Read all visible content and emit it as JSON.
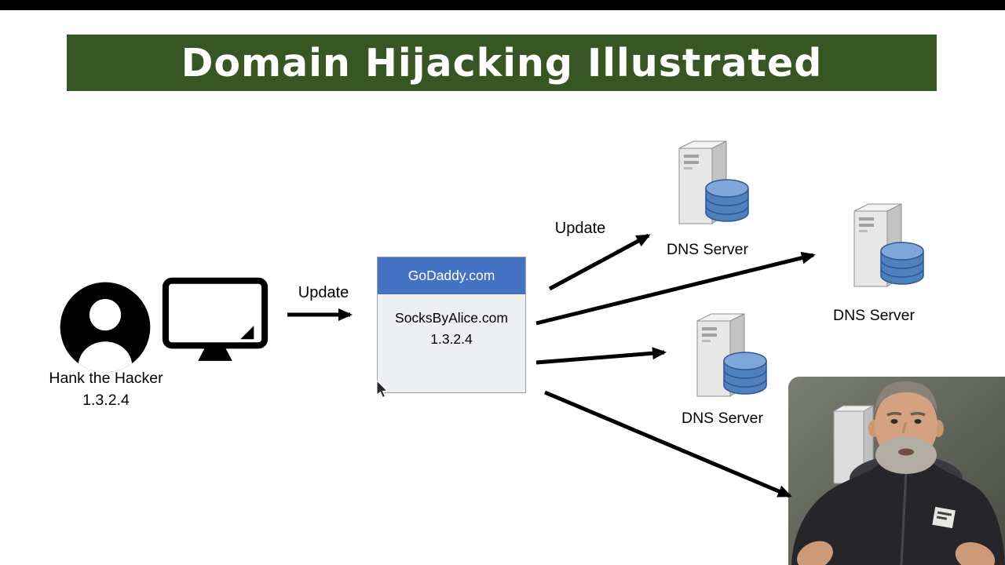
{
  "banner": {
    "title": "Domain Hijacking Illustrated",
    "bg_color": "#375623",
    "text_color": "#ffffff"
  },
  "hacker": {
    "name": "Hank the Hacker",
    "ip": "1.3.2.4"
  },
  "labels": {
    "update_left": "Update",
    "update_top": "Update"
  },
  "registrar": {
    "name": "GoDaddy.com",
    "domain": "SocksByAlice.com",
    "ip": "1.3.2.4",
    "header_color": "#4472C4"
  },
  "dns_servers": [
    {
      "label": "DNS Server"
    },
    {
      "label": "DNS Server"
    },
    {
      "label": "DNS Server"
    }
  ],
  "icons": {
    "hacker": "person-icon",
    "computer": "monitor-icon",
    "dns": "server-database-icon",
    "pointer": "mouse-cursor-icon"
  },
  "colors": {
    "arrow": "#000000",
    "database_blue": "#4f81bd",
    "server_gray": "#e7e7e7"
  }
}
